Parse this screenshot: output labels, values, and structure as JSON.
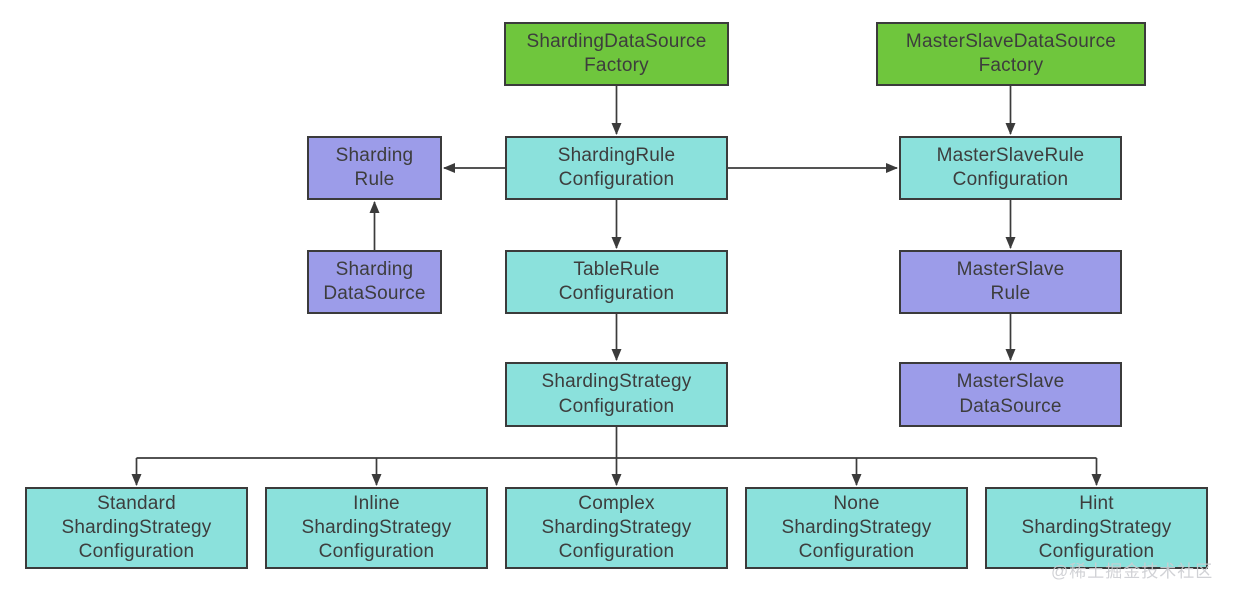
{
  "diagram": {
    "nodes": [
      {
        "id": "sharding-datasource-factory",
        "label": "ShardingDataSource\nFactory",
        "type": "factory"
      },
      {
        "id": "masterslave-datasource-factory",
        "label": "MasterSlaveDataSource\nFactory",
        "type": "factory"
      },
      {
        "id": "sharding-rule",
        "label": "Sharding\nRule",
        "type": "runtime"
      },
      {
        "id": "shardingrule-configuration",
        "label": "ShardingRule\nConfiguration",
        "type": "config"
      },
      {
        "id": "masterslaverule-configuration",
        "label": "MasterSlaveRule\nConfiguration",
        "type": "config"
      },
      {
        "id": "sharding-datasource",
        "label": "Sharding\nDataSource",
        "type": "runtime"
      },
      {
        "id": "tablerule-configuration",
        "label": "TableRule\nConfiguration",
        "type": "config"
      },
      {
        "id": "masterslave-rule",
        "label": "MasterSlave\nRule",
        "type": "runtime"
      },
      {
        "id": "shardingstrategy-configuration",
        "label": "ShardingStrategy\nConfiguration",
        "type": "config"
      },
      {
        "id": "masterslave-datasource",
        "label": "MasterSlave\nDataSource",
        "type": "runtime"
      },
      {
        "id": "standard-shardingstrategy-configuration",
        "label": "Standard\nShardingStrategy\nConfiguration",
        "type": "config"
      },
      {
        "id": "inline-shardingstrategy-configuration",
        "label": "Inline\nShardingStrategy\nConfiguration",
        "type": "config"
      },
      {
        "id": "complex-shardingstrategy-configuration",
        "label": "Complex\nShardingStrategy\nConfiguration",
        "type": "config"
      },
      {
        "id": "none-shardingstrategy-configuration",
        "label": "None\nShardingStrategy\nConfiguration",
        "type": "config"
      },
      {
        "id": "hint-shardingstrategy-configuration",
        "label": "Hint\nShardingStrategy\nConfiguration",
        "type": "config"
      }
    ],
    "edges": [
      {
        "from": "sharding-datasource-factory",
        "to": "shardingrule-configuration"
      },
      {
        "from": "shardingrule-configuration",
        "to": "sharding-rule"
      },
      {
        "from": "shardingrule-configuration",
        "to": "masterslaverule-configuration"
      },
      {
        "from": "sharding-datasource",
        "to": "sharding-rule"
      },
      {
        "from": "shardingrule-configuration",
        "to": "tablerule-configuration"
      },
      {
        "from": "tablerule-configuration",
        "to": "shardingstrategy-configuration"
      },
      {
        "from": "masterslave-datasource-factory",
        "to": "masterslaverule-configuration"
      },
      {
        "from": "masterslaverule-configuration",
        "to": "masterslave-rule"
      },
      {
        "from": "masterslave-rule",
        "to": "masterslave-datasource"
      },
      {
        "from": "shardingstrategy-configuration",
        "to": "standard-shardingstrategy-configuration"
      },
      {
        "from": "shardingstrategy-configuration",
        "to": "inline-shardingstrategy-configuration"
      },
      {
        "from": "shardingstrategy-configuration",
        "to": "complex-shardingstrategy-configuration"
      },
      {
        "from": "shardingstrategy-configuration",
        "to": "none-shardingstrategy-configuration"
      },
      {
        "from": "shardingstrategy-configuration",
        "to": "hint-shardingstrategy-configuration"
      }
    ]
  },
  "watermark": {
    "text": "@稀土掘金技术社区"
  },
  "colors": {
    "factory_green": "#6FC63D",
    "config_cyan": "#8BE1DC",
    "runtime_purple": "#9C9CE9",
    "border": "#3B3B3B",
    "arrow": "#3B3B3B",
    "text": "#3D3D3D",
    "watermark_gray": "#CDCED2",
    "background": "#FFFFFF"
  }
}
